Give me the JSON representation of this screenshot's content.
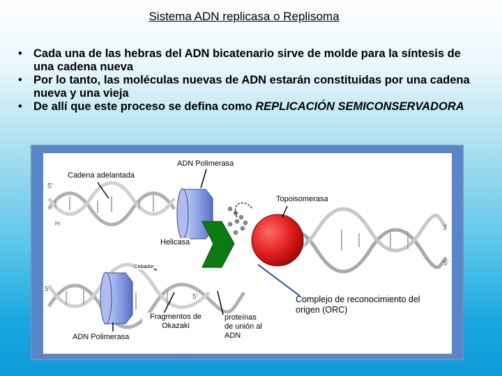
{
  "title": "Sistema ADN replicasa o Replisoma",
  "bullets": [
    "Cada una de las hebras del ADN bicatenario sirve de molde para la síntesis de una cadena nueva",
    "Por lo tanto, las moléculas nuevas de ADN estarán constituidas por una cadena nueva y una vieja"
  ],
  "bullet3_prefix": "De allí que este proceso se defina como ",
  "bullet3_emphasis": "REPLICACIÓN SEMICONSERVADORA",
  "figure": {
    "labels": {
      "adn_polimerasa_top": "ADN Polimerasa",
      "cadena_adelantada": "Cadena adelantada",
      "topoisomerasa": "Topoisomerasa",
      "helicasa": "Helicasa",
      "cebador": "Cebador",
      "fragmentos": "Fragmentos de Okazaki",
      "proteinas": "proteínas de unión al ADN",
      "adn_polimerasa_bottom": "ADN Polimerasa",
      "orc": "Complejo de reconocimiento del origen (ORC)"
    },
    "strand_ends": {
      "top_left_5": "5'",
      "top_left_3": "3'",
      "right_3": "3",
      "right_5": "5'",
      "bottom_left_5": "5",
      "bottom_mid_5": "5'"
    },
    "colors": {
      "polymerase": "#8fa3e8",
      "helicase": "#0b7a12",
      "orc_sphere": "#e11d1d",
      "frame": "#5a86c9"
    }
  }
}
